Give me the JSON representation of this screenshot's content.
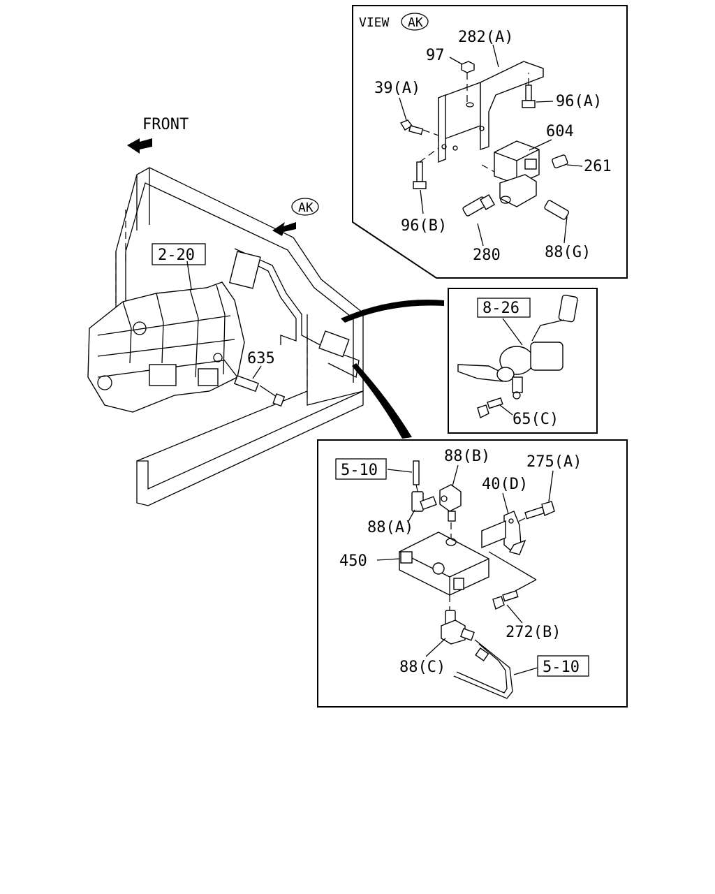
{
  "view_ak": {
    "view_word": "VIEW",
    "view_tag": "AK",
    "labels": {
      "p282a": "282(A)",
      "p97": "97",
      "p39a": "39(A)",
      "p96a": "96(A)",
      "p604": "604",
      "p261": "261",
      "p96b": "96(B)",
      "p280": "280",
      "p88g": "88(G)"
    }
  },
  "main_view": {
    "front_label": "FRONT",
    "ak_tag": "AK",
    "ref_2_20": "2-20",
    "p635": "635"
  },
  "detail_8_26": {
    "ref": "8-26",
    "p65c": "65(C)"
  },
  "detail_valve": {
    "ref_top": "5-10",
    "ref_bottom": "5-10",
    "p88b": "88(B)",
    "p275a": "275(A)",
    "p40d": "40(D)",
    "p88a": "88(A)",
    "p450": "450",
    "p272b": "272(B)",
    "p88c": "88(C)"
  }
}
